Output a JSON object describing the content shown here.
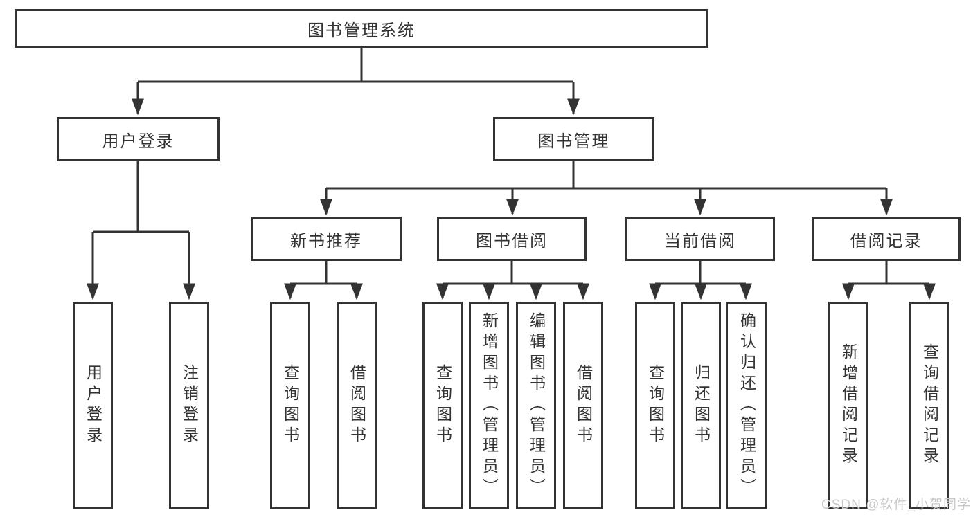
{
  "colors": {
    "line": "#333333",
    "text": "#333333",
    "box_background": "#ffffff",
    "watermark": "#c8c8c8"
  },
  "watermark": "CSDN @软件_小贺同学",
  "tree": {
    "root": {
      "label": "图书管理系统"
    },
    "branches": [
      {
        "label": "用户登录",
        "children": [
          {
            "label": "用户登录"
          },
          {
            "label": "注销登录"
          }
        ]
      },
      {
        "label": "图书管理",
        "groups": [
          {
            "label": "新书推荐",
            "children": [
              {
                "label": "查询图书"
              },
              {
                "label": "借阅图书"
              }
            ]
          },
          {
            "label": "图书借阅",
            "children": [
              {
                "label": "查询图书"
              },
              {
                "label": "新增图书（管理员）"
              },
              {
                "label": "编辑图书（管理员）"
              },
              {
                "label": "借阅图书"
              }
            ]
          },
          {
            "label": "当前借阅",
            "children": [
              {
                "label": "查询图书"
              },
              {
                "label": "归还图书"
              },
              {
                "label": "确认归还（管理员）"
              }
            ]
          },
          {
            "label": "借阅记录",
            "children": [
              {
                "label": "新增借阅记录"
              },
              {
                "label": "查询借阅记录"
              }
            ]
          }
        ]
      }
    ]
  }
}
